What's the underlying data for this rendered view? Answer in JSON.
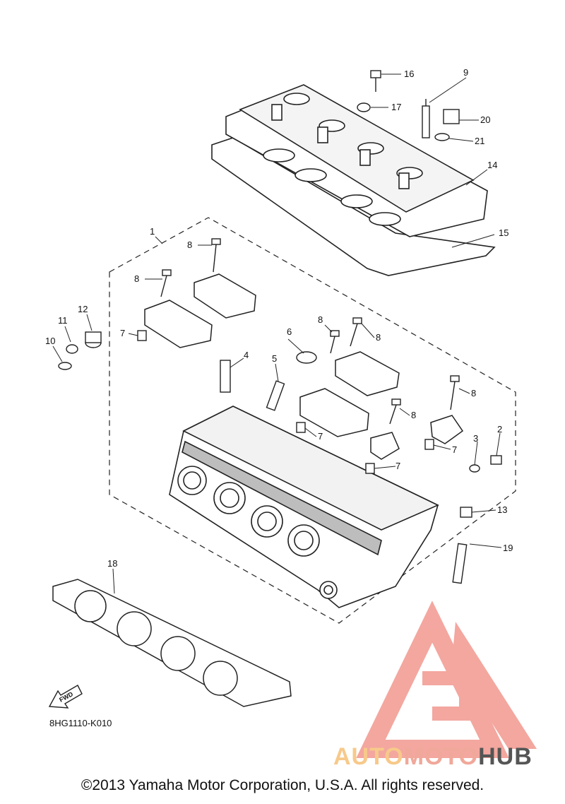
{
  "diagram": {
    "part_code": "8HG1110-K010",
    "copyright": "©2013 Yamaha Motor Corporation, U.S.A. All rights reserved.",
    "fwd_label": "FWD",
    "callouts": {
      "c1": "1",
      "c2": "2",
      "c3": "3",
      "c4": "4",
      "c5": "5",
      "c6": "6",
      "c7a": "7",
      "c7b": "7",
      "c7c": "7",
      "c7d": "7",
      "c8a": "8",
      "c8b": "8",
      "c8c": "8",
      "c8d": "8",
      "c8e": "8",
      "c8f": "8",
      "c9": "9",
      "c10": "10",
      "c11": "11",
      "c12": "12",
      "c13": "13",
      "c14": "14",
      "c15": "15",
      "c16": "16",
      "c17": "17",
      "c18": "18",
      "c19": "19",
      "c20": "20",
      "c21": "21"
    }
  },
  "watermark": {
    "part1": "AUTO",
    "part2": "MOTO",
    "part3": "HUB",
    "colors": {
      "logo": "#f08a80",
      "auto": "#f7c98a",
      "moto": "#f0a89a",
      "hub": "#555555"
    }
  }
}
